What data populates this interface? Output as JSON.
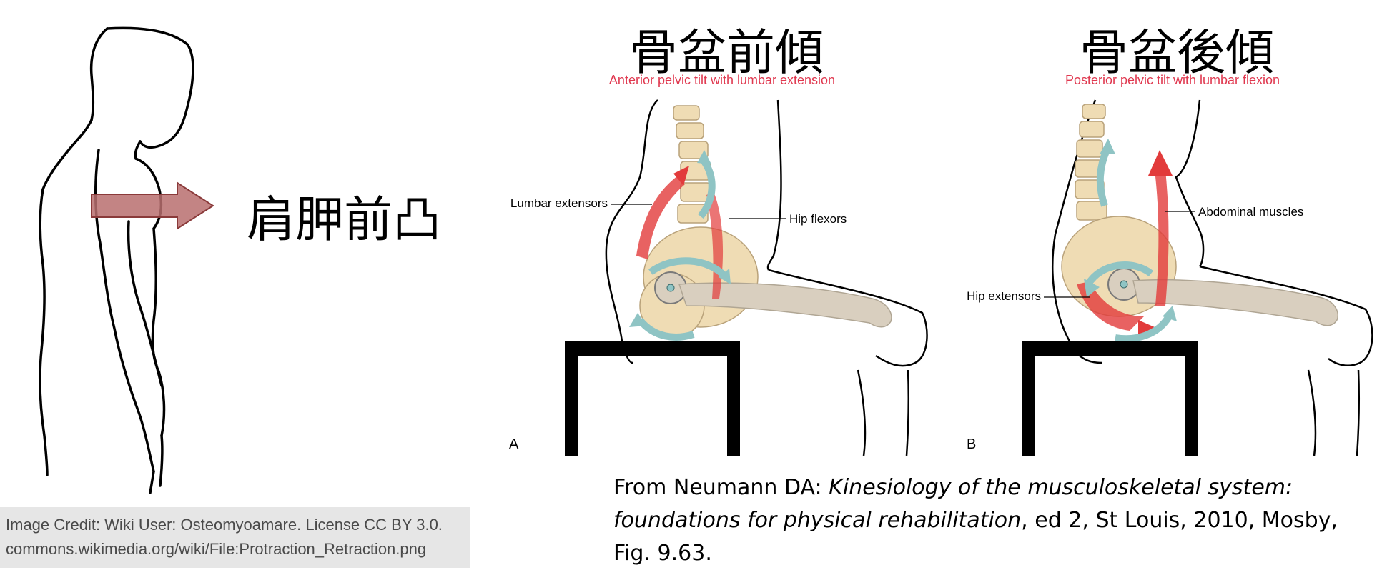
{
  "scapula": {
    "label": "肩胛前凸",
    "credit_line1": "Image Credit: Wiki User: Osteomyoamare. License CC BY 3.0.",
    "credit_line2": "commons.wikimedia.org/wiki/File:Protraction_Retraction.png",
    "arrow_color": "#b86e6e"
  },
  "panel_a": {
    "title": "骨盆前傾",
    "subtitle": "Anterior pelvic tilt with lumbar extension",
    "label_lumbar": "Lumbar extensors",
    "label_hip": "Hip flexors",
    "letter": "A"
  },
  "panel_b": {
    "title": "骨盆後傾",
    "subtitle": "Posterior pelvic tilt with lumbar flexion",
    "label_abdominal": "Abdominal muscles",
    "label_hip": "Hip extensors",
    "letter": "B"
  },
  "citation": {
    "prefix": "From Neumann DA: ",
    "book": "Kinesiology of the musculoskeletal system: foundations for physical rehabilitation",
    "suffix": ", ed 2, St Louis, 2010, Mosby, Fig. 9.63."
  },
  "colors": {
    "subtitle": "#e0384f",
    "muscle": "#e23b3b",
    "bone": "#efdcb4",
    "arrow_teal": "#8fc4c4",
    "femur": "#d9cfbf",
    "stool": "#000000"
  }
}
